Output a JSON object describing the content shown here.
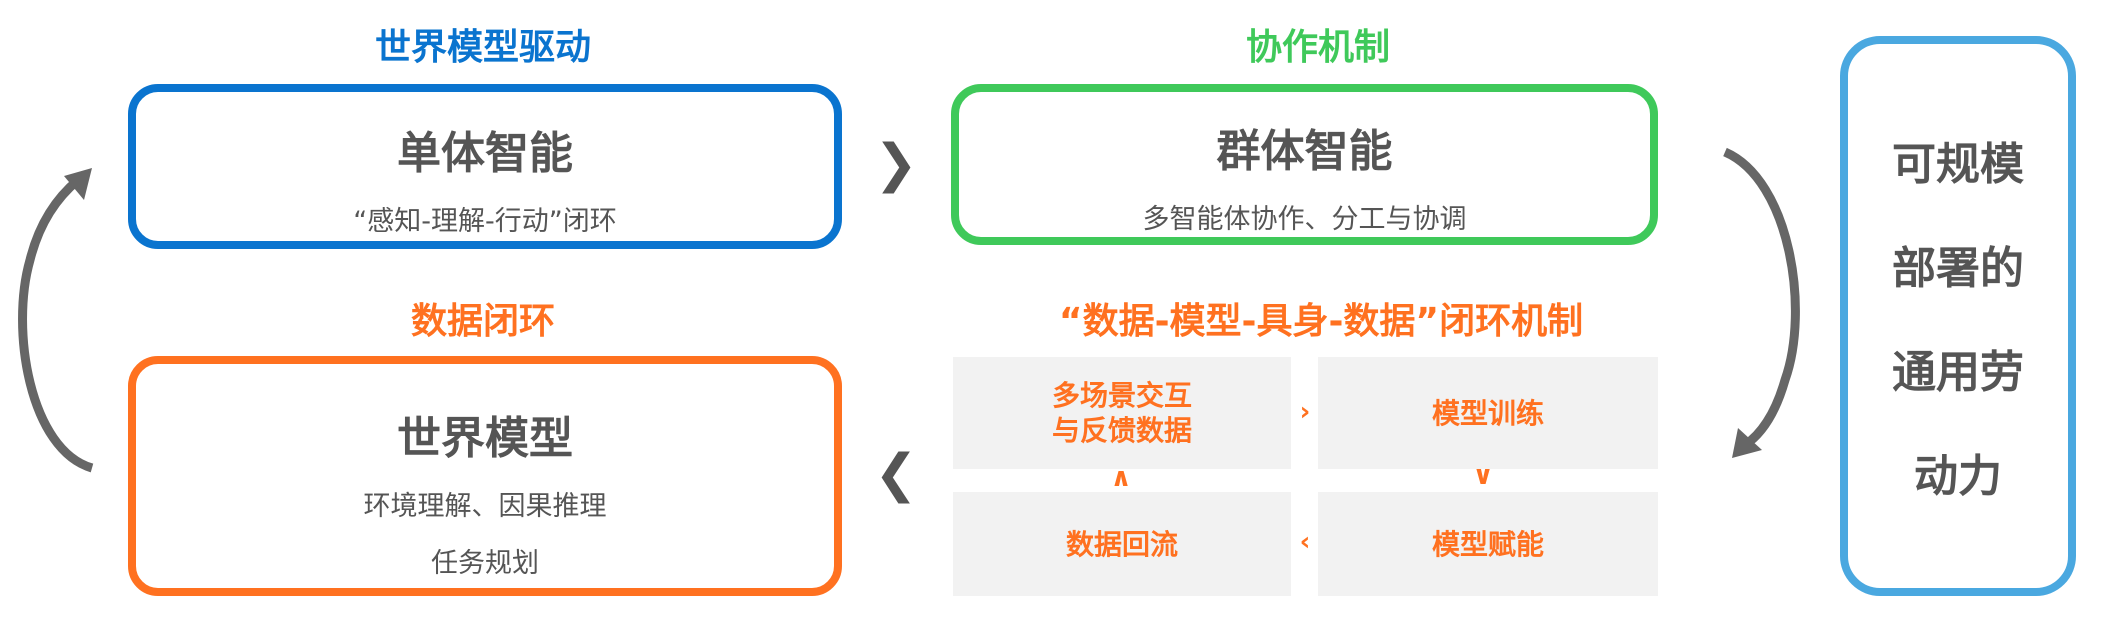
{
  "colors": {
    "blue": "#0a74cf",
    "green": "#3fc95a",
    "orange": "#ff7120",
    "light_blue": "#4aa8e0",
    "text": "#555555"
  },
  "titles": {
    "world_model_driven": "世界模型驱动",
    "collaboration": "协作机制",
    "data_loop": "数据闭环",
    "closed_loop_mechanism": "“数据-模型-具身-数据”闭环机制"
  },
  "single": {
    "title": "单体智能",
    "subtitle": "“感知-理解-行动”闭环"
  },
  "group": {
    "title": "群体智能",
    "subtitle": "多智能体协作、分工与协调"
  },
  "world": {
    "title": "世界模型",
    "line1": "环境理解、因果推理",
    "line2": "任务规划"
  },
  "loop": {
    "step1_line1": "多场景交互",
    "step1_line2": "与反馈数据",
    "step2": "模型训练",
    "step3": "模型赋能",
    "step4": "数据回流"
  },
  "result": {
    "lines": [
      "可规模",
      "部署的",
      "通用劳",
      "动力"
    ]
  },
  "icons": {
    "right": "chevron-right-icon",
    "left": "chevron-left-icon",
    "down": "chevron-down-icon",
    "up": "chevron-up-icon"
  }
}
